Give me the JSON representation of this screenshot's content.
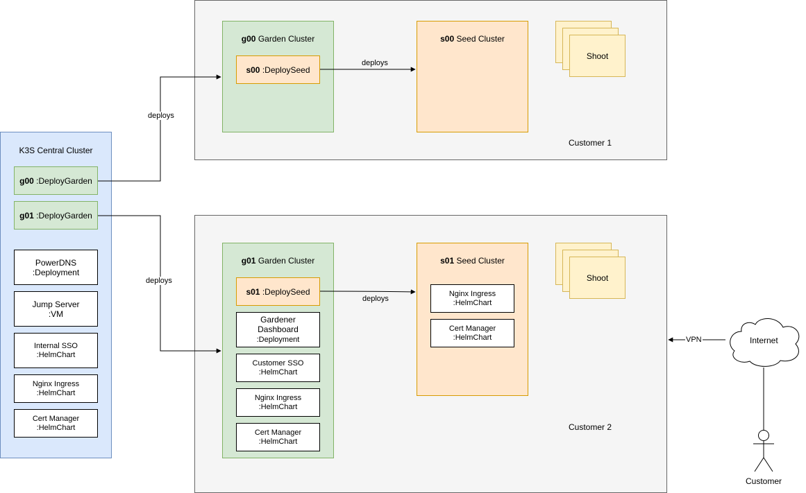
{
  "central": {
    "title": "K3S Central Cluster",
    "g00": {
      "name": "g00",
      "type": " :DeployGarden"
    },
    "g01": {
      "name": "g01",
      "type": " :DeployGarden"
    },
    "services": [
      {
        "line1": "PowerDNS",
        "line2": ":Deployment"
      },
      {
        "line1": "Jump Server",
        "line2": ":VM"
      },
      {
        "line1": "Internal SSO",
        "line2": ":HelmChart"
      },
      {
        "line1": "Nginx Ingress",
        "line2": ":HelmChart"
      },
      {
        "line1": "Cert Manager",
        "line2": ":HelmChart"
      }
    ]
  },
  "customer1": {
    "label": "Customer 1",
    "garden": {
      "name": "g00",
      "suffix": " Garden Cluster"
    },
    "deploy_seed": {
      "name": "s00",
      "type": " :DeploySeed"
    },
    "seed": {
      "name": "s00",
      "suffix": " Seed Cluster"
    },
    "shoot": "Shoot"
  },
  "customer2": {
    "label": "Customer 2",
    "garden": {
      "name": "g01",
      "suffix": " Garden Cluster"
    },
    "deploy_seed": {
      "name": "s01",
      "type": " :DeploySeed"
    },
    "garden_items": [
      {
        "line1": "Gardener",
        "line2": "Dashboard",
        "line3": ":Deployment"
      },
      {
        "line1": "Customer SSO",
        "line2": ":HelmChart"
      },
      {
        "line1": "Nginx Ingress",
        "line2": ":HelmChart"
      },
      {
        "line1": "Cert Manager",
        "line2": ":HelmChart"
      }
    ],
    "seed": {
      "name": "s01",
      "suffix": " Seed Cluster"
    },
    "seed_items": [
      {
        "line1": "Nginx Ingress",
        "line2": ":HelmChart"
      },
      {
        "line1": "Cert Manager",
        "line2": ":HelmChart"
      }
    ],
    "shoot": "Shoot"
  },
  "edges": {
    "deploys_1": "deploys",
    "deploys_2": "deploys",
    "deploys_3": "deploys",
    "deploys_4": "deploys",
    "vpn": "VPN"
  },
  "internet": "Internet",
  "customer_actor": "Customer"
}
